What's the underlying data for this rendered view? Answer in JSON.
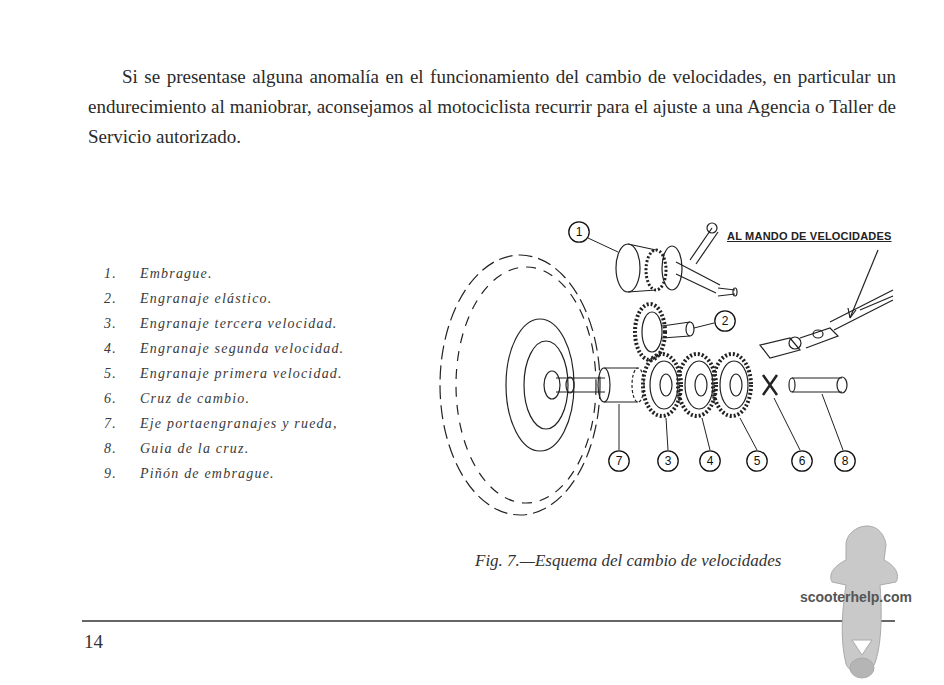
{
  "diagram": {
    "caption": "Fig. 7.—Esquema del cambio de velocidades",
    "nodes": [
      {
        "text": [
          "1"
        ]
      },
      {
        "text": [
          "2"
        ]
      },
      {
        "text": [
          "7"
        ]
      },
      {
        "text": [
          "3"
        ]
      },
      {
        "text": [
          "4"
        ]
      },
      {
        "text": [
          "5"
        ]
      },
      {
        "text": [
          "6"
        ]
      },
      {
        "text": [
          "8"
        ]
      }
    ],
    "labels": [
      "Si se presentase alguna anomalía en el funcionamiento del cambio de velocidades, en particular un endurecimiento al maniobrar, aconsejamos al motociclista recurrir para el ajuste a una Agencia o Taller de Servicio autorizado.",
      "1.",
      "Embrague.",
      "2.",
      "Engranaje elástico.",
      "3.",
      "Engranaje tercera velocidad.",
      "4.",
      "Engranaje segunda velocidad.",
      "5.",
      "Engranaje primera velocidad.",
      "6.",
      "Cruz de cambio.",
      "7.",
      "Eje portaengranajes y rueda,",
      "8.",
      "Guia de la cruz.",
      "9.",
      "Piñón de embrague.",
      "AL MANDO DE VELOCIDADES",
      "scooterhelp.com",
      "14"
    ]
  }
}
